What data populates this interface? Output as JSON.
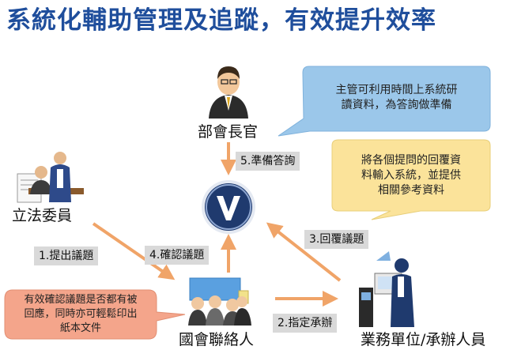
{
  "title": "系統化輔助管理及追蹤，有效提升效率",
  "nodes": {
    "minister": "部會長官",
    "legislator": "立法委員",
    "liaison": "國會聯絡人",
    "business_unit": "業務單位/承辦人員",
    "center_icon_name": "v-logo-icon"
  },
  "steps": {
    "s1": "1.提出議題",
    "s2": "2.指定承辦",
    "s3": "3.回覆議題",
    "s4": "4.確認議題",
    "s5": "5.準備答詢"
  },
  "callouts": {
    "minister_note": [
      "主管可利用時間上系統研",
      "讀資料，為答詢做準備"
    ],
    "business_note": [
      "將各個提問的回覆資",
      "料輸入系統，並提供",
      "相關參考資料"
    ],
    "liaison_note": [
      "有效確認議題是否都有被",
      "回應，同時亦可輕鬆印出",
      "紙本文件"
    ]
  },
  "colors": {
    "title": "#1f4e9c",
    "arrow": "#f0a468",
    "callout_blue": "#9bc7ea",
    "callout_yellow": "#fbe39a",
    "callout_orange": "#f4a58b",
    "step_bg": "#d9d9d9",
    "circle_dark": "#1f3a6e"
  }
}
